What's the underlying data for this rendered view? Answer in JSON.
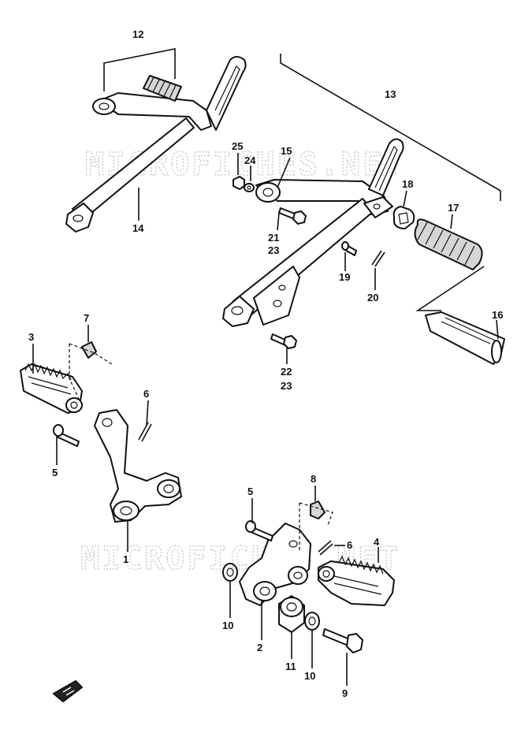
{
  "watermarks": [
    "MICROFICHES.NET",
    "MICROFICHES.NET"
  ],
  "callouts": {
    "p1": "1",
    "p2": "2",
    "p3": "3",
    "p4": "4",
    "p5a": "5",
    "p5b": "5",
    "p6a": "6",
    "p6b": "6",
    "p7": "7",
    "p8": "8",
    "p9": "9",
    "p10a": "10",
    "p10b": "10",
    "p11": "11",
    "p12": "12",
    "p13": "13",
    "p14": "14",
    "p15": "15",
    "p16": "16",
    "p17": "17",
    "p18": "18",
    "p19": "19",
    "p20": "20",
    "p21": "21",
    "p23a": "23",
    "p22": "22",
    "p23b": "23",
    "p24": "24",
    "p25": "25"
  },
  "icons": {
    "front_arrow": "front-arrow-icon"
  }
}
